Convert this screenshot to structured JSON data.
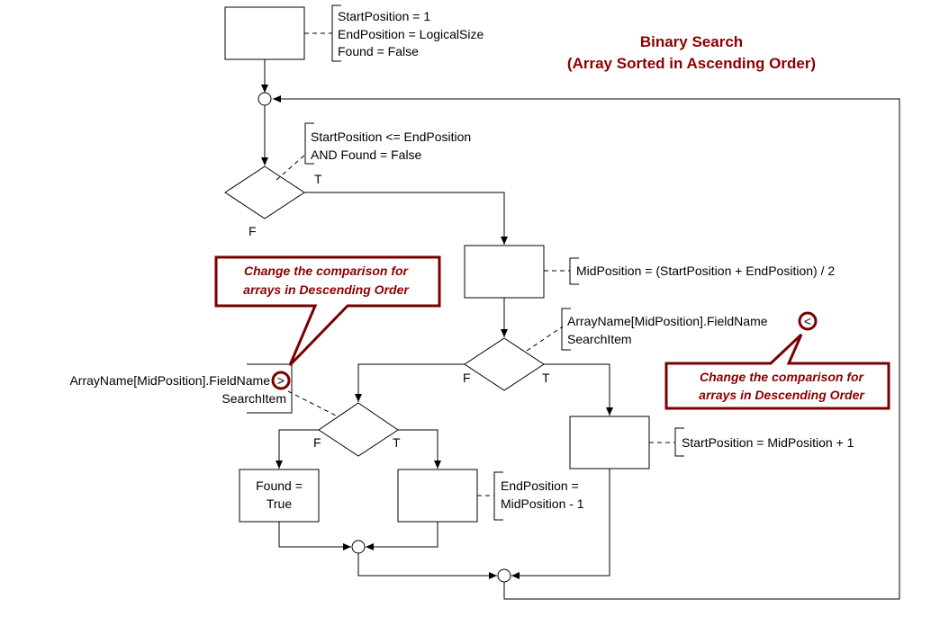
{
  "title": {
    "line1": "Binary Search",
    "line2": "(Array Sorted in Ascending Order)"
  },
  "init": {
    "line1": "StartPosition = 1",
    "line2": "EndPosition = LogicalSize",
    "line3": "Found = False"
  },
  "loop_condition": {
    "line1": "StartPosition <= EndPosition",
    "line2": "AND Found = False",
    "true_label": "T",
    "false_label": "F"
  },
  "mid_assign": "MidPosition = (StartPosition + EndPosition) / 2",
  "compare_less": {
    "line1": "ArrayName[MidPosition].FieldName",
    "operator": "<",
    "line2": "SearchItem",
    "false_label": "F",
    "true_label": "T"
  },
  "compare_greater": {
    "line1": "ArrayName[MidPosition].FieldName",
    "operator": ">",
    "line2": "SearchItem",
    "false_label": "F",
    "true_label": "T"
  },
  "found_box": {
    "line1": "Found =",
    "line2": "True"
  },
  "end_assign": {
    "line1": "EndPosition =",
    "line2": "MidPosition - 1"
  },
  "start_assign": "StartPosition = MidPosition + 1",
  "callout_left": {
    "line1": "Change the comparison for",
    "line2": "arrays in Descending Order"
  },
  "callout_right": {
    "line1": "Change the comparison for",
    "line2": "arrays in Descending Order"
  },
  "colors": {
    "title": "#8b0000",
    "callout_border": "#7a0000",
    "callout_text": "#8b0000",
    "line": "#000000"
  }
}
